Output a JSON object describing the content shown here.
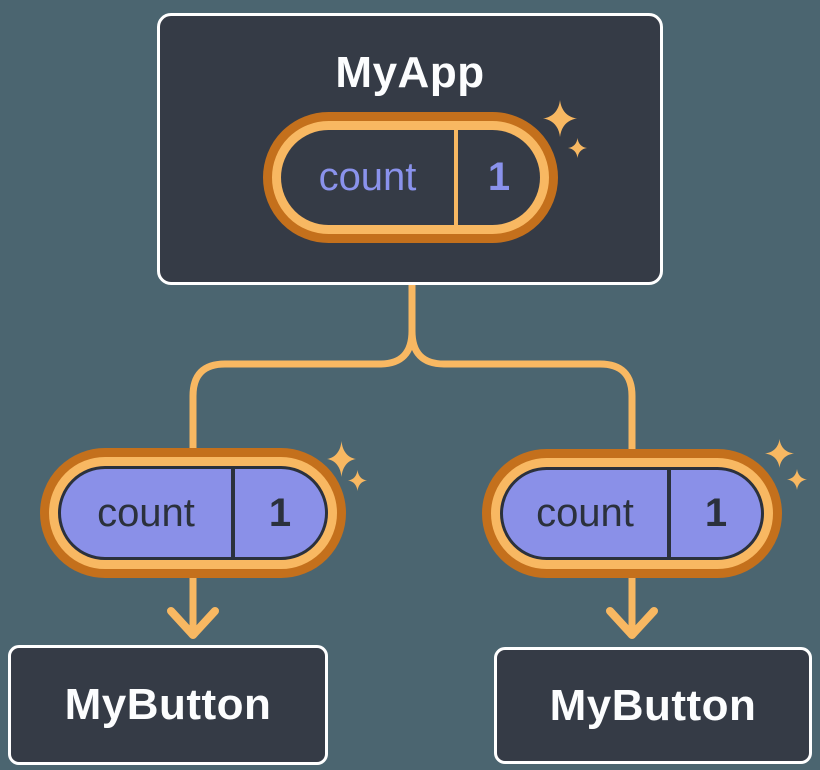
{
  "diagram": {
    "description": "React component tree sharing state",
    "background_color": "#4B6570",
    "node_fill_color": "#353B46",
    "node_border_color": "#FFFFFF",
    "accent_light_orange": "#F8B862",
    "accent_dark_orange": "#C4701C",
    "state_pill_purple": "#8A90E8",
    "state_text_purple": "#8A92EC",
    "dark_text_color": "#2B313C",
    "icons": {
      "sparkle": "4-point-star",
      "arrow": "down-arrow"
    },
    "root": {
      "title": "MyApp",
      "state": {
        "name": "count",
        "value": "1"
      }
    },
    "children": [
      {
        "title": "MyButton",
        "state": {
          "name": "count",
          "value": "1"
        }
      },
      {
        "title": "MyButton",
        "state": {
          "name": "count",
          "value": "1"
        }
      }
    ]
  }
}
